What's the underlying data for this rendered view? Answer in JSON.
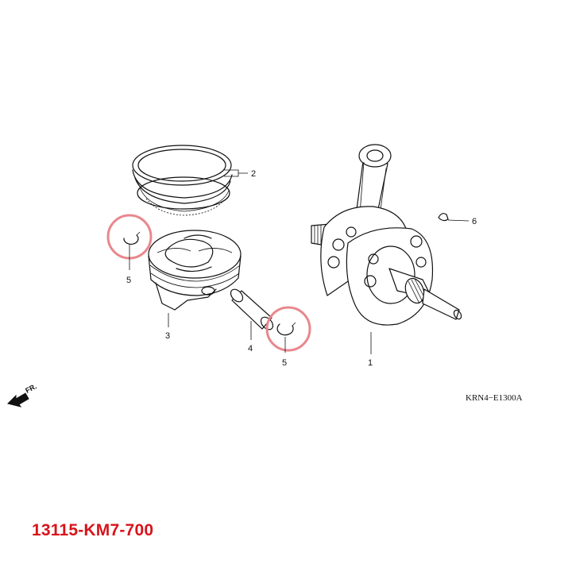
{
  "diagram": {
    "callouts": {
      "crankshaft": "1",
      "piston_rings": "2",
      "piston": "3",
      "piston_pin": "4",
      "clip_left": "5",
      "clip_right": "5",
      "key": "6"
    },
    "diagram_id": "KRN4−E1300A",
    "front_marker": "FR.",
    "highlight_color": "#e8888d"
  },
  "part_number": {
    "text": "13115-KM7-700",
    "color": "#d8131b"
  }
}
